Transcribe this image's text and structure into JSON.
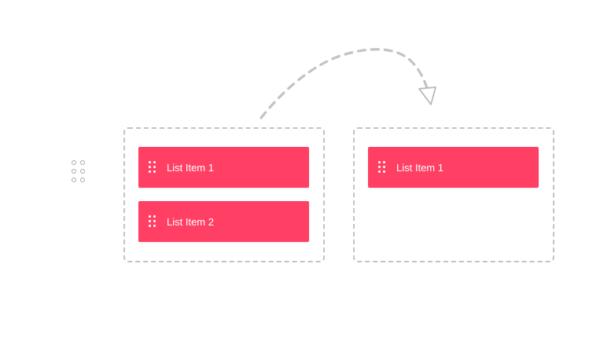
{
  "colors": {
    "item_background": "#ff3f64",
    "item_text": "#ffffff",
    "zone_border": "#c2c2c8",
    "arrow_stroke": "#c2c2c8",
    "handle_outline": "#a8a8a8"
  },
  "icons": {
    "handle": "drag-handle-outline-icon",
    "item_grip": "drag-grip-icon",
    "arrow": "curved-dashed-arrow-icon"
  },
  "zones": {
    "left": {
      "items": [
        {
          "label": "List Item 1"
        },
        {
          "label": "List Item 2"
        }
      ]
    },
    "right": {
      "items": [
        {
          "label": "List Item 1"
        }
      ]
    }
  }
}
